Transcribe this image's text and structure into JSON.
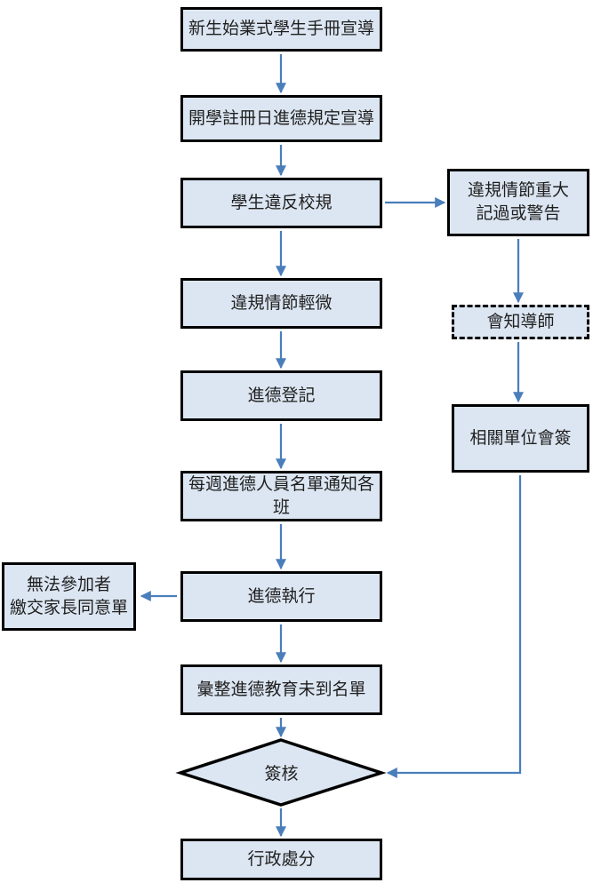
{
  "colors": {
    "node_fill": "#dce6f2",
    "node_border": "#000000",
    "arrow": "#4a7ebb"
  },
  "flowchart": {
    "nodes": {
      "n1": {
        "label": "新生始業式學生手冊宣導",
        "shape": "rect"
      },
      "n2": {
        "label": "開學註冊日進德規定宣導",
        "shape": "rect"
      },
      "n3": {
        "label": "學生違反校規",
        "shape": "rect"
      },
      "r1": {
        "label": "違規情節重大\n記過或警告",
        "shape": "rect"
      },
      "n4": {
        "label": "違規情節輕微",
        "shape": "rect"
      },
      "r2": {
        "label": "會知導師",
        "shape": "rect-dashed"
      },
      "n5": {
        "label": "進德登記",
        "shape": "rect"
      },
      "r3": {
        "label": "相關單位會簽",
        "shape": "rect"
      },
      "n6": {
        "label": "每週進德人員名單通知各\n班",
        "shape": "rect"
      },
      "l1": {
        "label": "無法參加者\n繳交家長同意單",
        "shape": "rect"
      },
      "n7": {
        "label": "進德執行",
        "shape": "rect"
      },
      "n8": {
        "label": "彙整進德教育未到名單",
        "shape": "rect"
      },
      "d1": {
        "label": "簽核",
        "shape": "diamond"
      },
      "n9": {
        "label": "行政處分",
        "shape": "rect"
      }
    },
    "edges": [
      {
        "from": "n1",
        "to": "n2"
      },
      {
        "from": "n2",
        "to": "n3"
      },
      {
        "from": "n3",
        "to": "r1"
      },
      {
        "from": "n3",
        "to": "n4"
      },
      {
        "from": "r1",
        "to": "r2"
      },
      {
        "from": "r2",
        "to": "r3"
      },
      {
        "from": "r3",
        "to": "d1"
      },
      {
        "from": "n4",
        "to": "n5"
      },
      {
        "from": "n5",
        "to": "n6"
      },
      {
        "from": "n6",
        "to": "n7"
      },
      {
        "from": "n7",
        "to": "l1"
      },
      {
        "from": "n7",
        "to": "n8"
      },
      {
        "from": "n8",
        "to": "d1"
      },
      {
        "from": "d1",
        "to": "n9"
      }
    ]
  }
}
